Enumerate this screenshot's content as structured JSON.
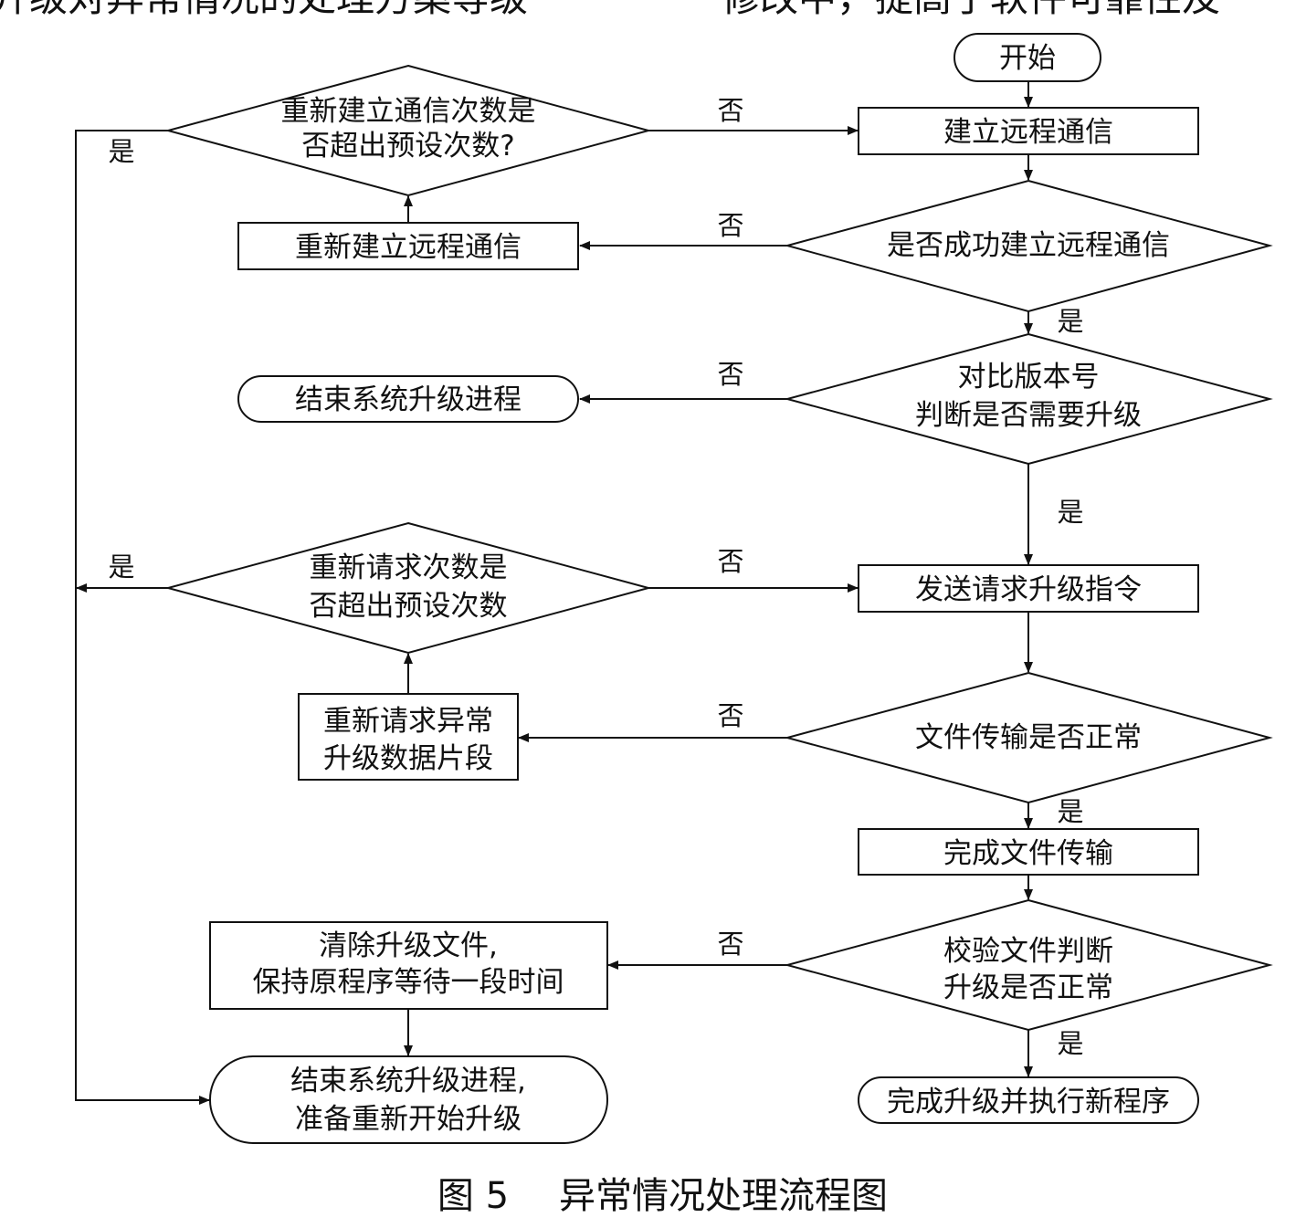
{
  "header_fragments": {
    "left": "升级对异常情况的处理方案等级",
    "right": "修改中，提高了软件可靠性及"
  },
  "nodes": {
    "start": "开始",
    "establish_comm": "建立远程通信",
    "comm_success_q": "是否成功建立远程通信",
    "reestablish_comm": "重新建立远程通信",
    "reconnect_count_q": [
      "重新建立通信次数是",
      "否超出预设次数?"
    ],
    "version_check_q": [
      "对比版本号",
      "判断是否需要升级"
    ],
    "end_upgrade": "结束系统升级进程",
    "send_request": "发送请求升级指令",
    "request_count_q": [
      "重新请求次数是",
      "否超出预设次数"
    ],
    "transfer_ok_q": "文件传输是否正常",
    "rerequest_segment": [
      "重新请求异常",
      "升级数据片段"
    ],
    "transfer_done": "完成文件传输",
    "verify_q": [
      "校验文件判断",
      "升级是否正常"
    ],
    "clear_files": [
      "清除升级文件,",
      "保持原程序等待一段时间"
    ],
    "upgrade_done": "完成升级并执行新程序",
    "end_restart": [
      "结束系统升级进程,",
      "准备重新开始升级"
    ]
  },
  "edge_labels": {
    "yes": "是",
    "no": "否"
  },
  "caption": {
    "number": "图 5",
    "title": "异常情况处理流程图"
  }
}
